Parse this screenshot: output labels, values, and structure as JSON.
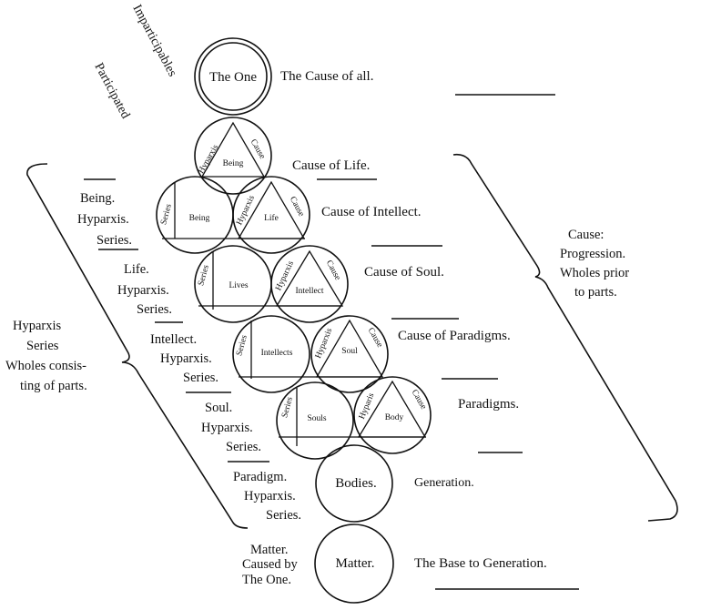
{
  "vertical_labels": {
    "impart": "Imparticipables",
    "part": "Participated"
  },
  "nodes": {
    "one": "The One",
    "bodies": "Bodies.",
    "matter": "Matter."
  },
  "inner": {
    "hyparxis": "Hyparxis",
    "hyparxis_short": "Hyparis",
    "cause": "Cause",
    "series": "Series",
    "being": "Being",
    "life": "Life",
    "lives": "Lives",
    "intellect": "Intellect",
    "intellects": "Intellects",
    "soul": "Soul",
    "souls": "Souls",
    "body": "Body"
  },
  "right_labels": {
    "cause_of_all": "The Cause of all.",
    "cause_of_life": "Cause of Life.",
    "cause_of_intellect": "Cause of Intellect.",
    "cause_of_soul": "Cause of Soul.",
    "cause_of_paradigms": "Cause of Paradigms.",
    "paradigms": "Paradigms.",
    "generation": "Generation.",
    "base": "The Base to Generation."
  },
  "left_labels": {
    "being": [
      "Being.",
      "Hyparxis.",
      "Series."
    ],
    "life": [
      "Life.",
      "Hyparxis.",
      "Series."
    ],
    "intellect": [
      "Intellect.",
      "Hyparxis.",
      "Series."
    ],
    "soul": [
      "Soul.",
      "Hyparxis.",
      "Series."
    ],
    "paradigm": [
      "Paradigm.",
      "Hyparxis.",
      "Series."
    ],
    "matter": [
      "Matter.",
      "Caused by",
      "The One."
    ]
  },
  "brace_labels": {
    "left": [
      "Hyparxis",
      "Series",
      "Wholes consis-",
      "ting of parts."
    ],
    "right": [
      "Cause:",
      "Progression.",
      "Wholes prior",
      "to parts."
    ]
  }
}
